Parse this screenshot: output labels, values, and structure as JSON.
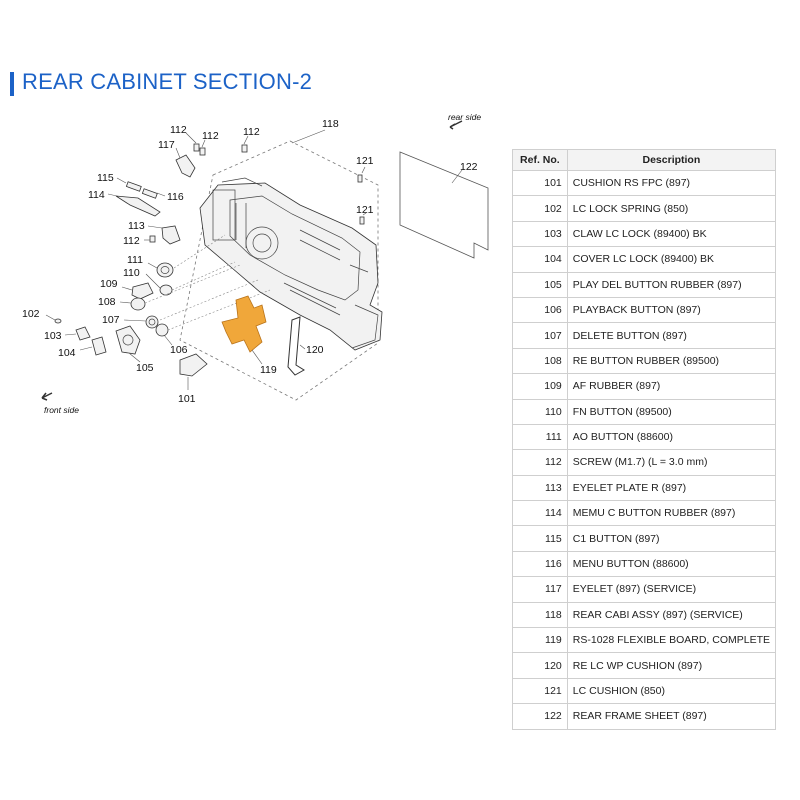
{
  "page": {
    "title": "REAR CABINET SECTION-2"
  },
  "diagram": {
    "callouts": [
      "112",
      "112",
      "112",
      "117",
      "118",
      "121",
      "121",
      "122",
      "115",
      "114",
      "116",
      "113",
      "112",
      "111",
      "110",
      "109",
      "108",
      "107",
      "102",
      "103",
      "104",
      "105",
      "106",
      "119",
      "120",
      "101"
    ],
    "orientation": {
      "rear": "rear side",
      "front": "front side"
    },
    "highlight_color": "#f0a73a"
  },
  "table": {
    "headers": {
      "ref": "Ref. No.",
      "desc": "Description"
    },
    "rows": [
      {
        "ref": "101",
        "desc": "CUSHION RS FPC (897)"
      },
      {
        "ref": "102",
        "desc": "LC LOCK SPRING (850)"
      },
      {
        "ref": "103",
        "desc": "CLAW LC LOCK (89400) BK"
      },
      {
        "ref": "104",
        "desc": "COVER LC LOCK (89400) BK"
      },
      {
        "ref": "105",
        "desc": "PLAY DEL BUTTON RUBBER (897)"
      },
      {
        "ref": "106",
        "desc": "PLAYBACK BUTTON (897)"
      },
      {
        "ref": "107",
        "desc": "DELETE BUTTON (897)"
      },
      {
        "ref": "108",
        "desc": "RE BUTTON RUBBER (89500)"
      },
      {
        "ref": "109",
        "desc": "AF RUBBER (897)"
      },
      {
        "ref": "110",
        "desc": "FN BUTTON (89500)"
      },
      {
        "ref": "111",
        "desc": "AO BUTTON (88600)"
      },
      {
        "ref": "112",
        "desc": "SCREW (M1.7) (L = 3.0 mm)"
      },
      {
        "ref": "113",
        "desc": "EYELET PLATE R (897)"
      },
      {
        "ref": "114",
        "desc": "MEMU C BUTTON RUBBER (897)"
      },
      {
        "ref": "115",
        "desc": "C1 BUTTON (897)"
      },
      {
        "ref": "116",
        "desc": "MENU BUTTON (88600)"
      },
      {
        "ref": "117",
        "desc": "EYELET (897) (SERVICE)"
      },
      {
        "ref": "118",
        "desc": "REAR CABI ASSY (897) (SERVICE)"
      },
      {
        "ref": "119",
        "desc": "RS-1028 FLEXIBLE BOARD, COMPLETE"
      },
      {
        "ref": "120",
        "desc": "RE LC WP CUSHION (897)"
      },
      {
        "ref": "121",
        "desc": "LC CUSHION (850)"
      },
      {
        "ref": "122",
        "desc": "REAR FRAME SHEET (897)"
      }
    ]
  }
}
